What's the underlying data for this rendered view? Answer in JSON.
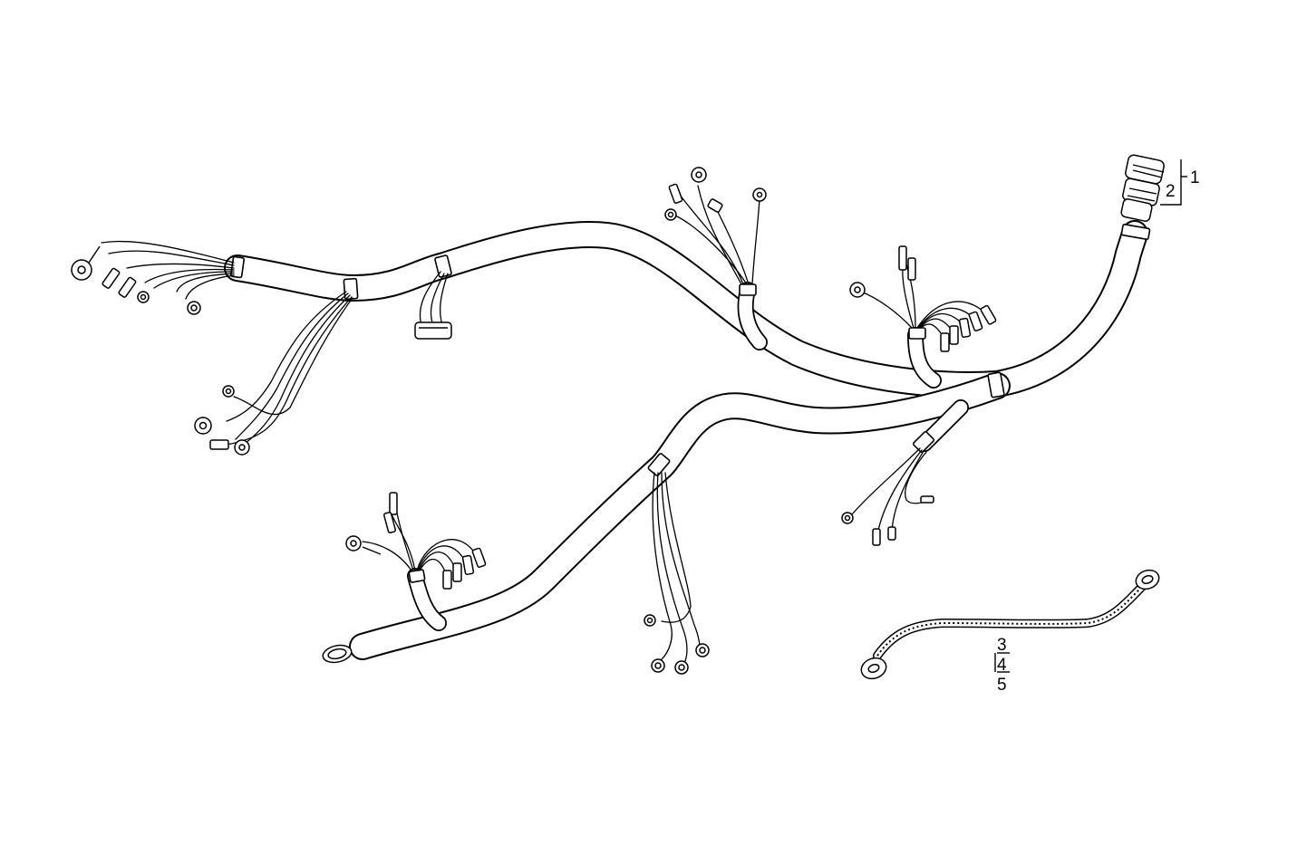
{
  "callouts": {
    "item1": "1",
    "item2": "2",
    "item3": "3",
    "item4": "4",
    "item5": "5"
  },
  "icons": {
    "connector": "round-connector-icon",
    "ring_terminal": "ring-terminal-icon",
    "spade_terminal": "spade-terminal-icon",
    "ground_strap": "ground-strap-icon"
  },
  "colors": {
    "line": "#000000",
    "background": "#ffffff"
  }
}
